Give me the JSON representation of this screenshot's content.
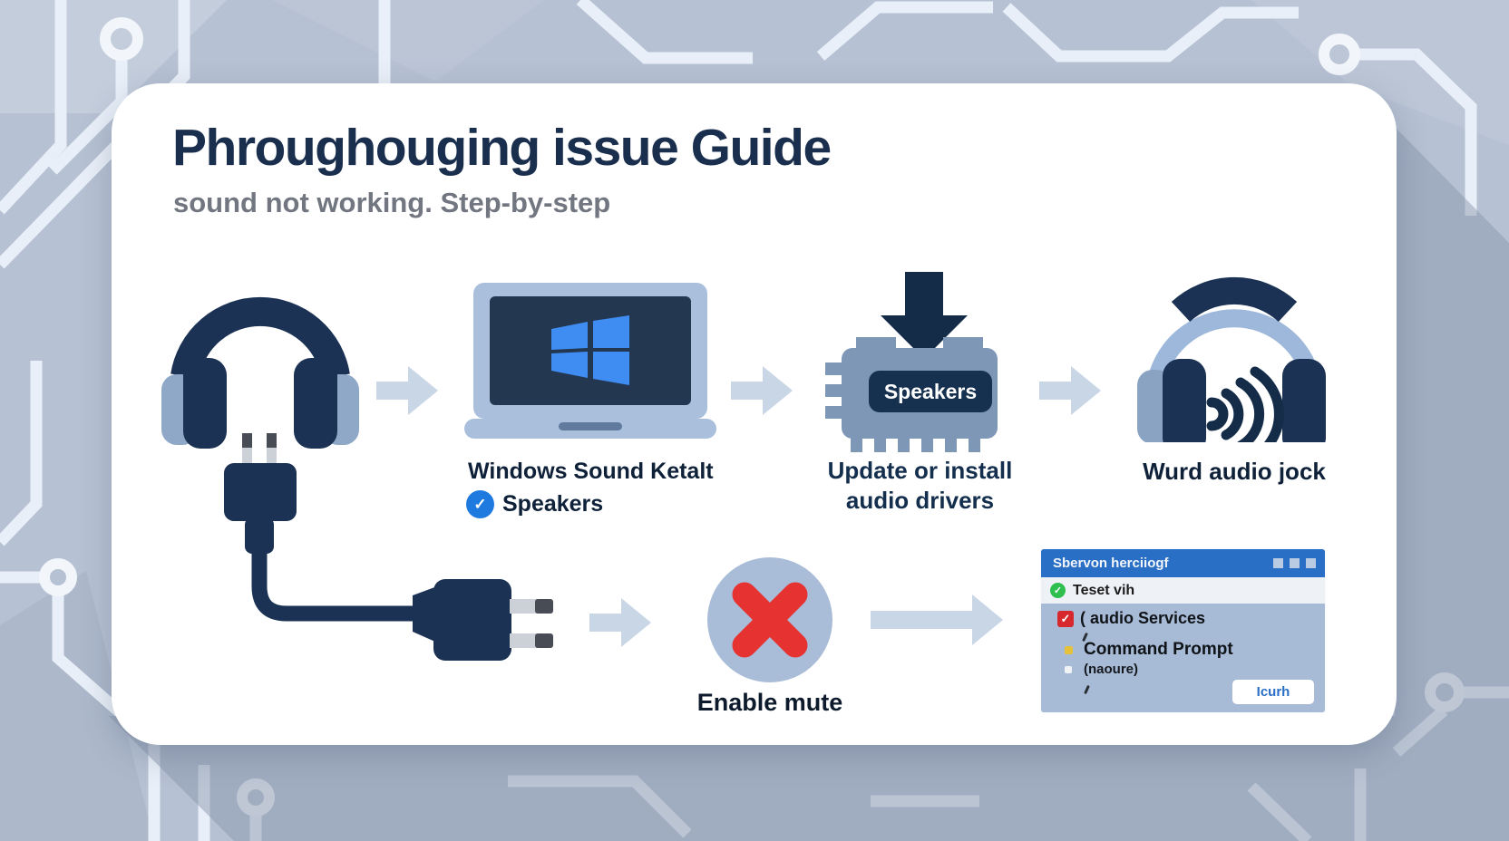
{
  "title": "Phroughouging issue Guide",
  "subtitle": "sound not working. Step-by-step",
  "steps": {
    "sound": {
      "label": "Windows Sound Ketalt",
      "device": "Speakers"
    },
    "drivers": {
      "chip_label": "Speakers",
      "line1": "Update or install",
      "line2": "audio drivers"
    },
    "jack": {
      "label": "Wurd audio jock"
    },
    "mute": {
      "label": "Enable mute"
    }
  },
  "dialog": {
    "title": "Sbervon herciiogf",
    "status": "Teset vih",
    "items": [
      {
        "label": "( audio Services"
      },
      {
        "label": "Command Prompt"
      },
      {
        "label": "(naoure)"
      }
    ],
    "button": "Icurh"
  },
  "icons": {
    "check": "✓"
  },
  "colors": {
    "background": "#b6c1d3",
    "card": "#ffffff",
    "navy": "#1b3254",
    "light_blue": "#9db8da",
    "arrow": "#c9d6e6",
    "windows_blue": "#3f8df2",
    "check_blue": "#1f7ae0",
    "mute_red": "#e63231",
    "dialog_titlebar_blue": "#2a6fc6",
    "status_green": "#2fbf4f",
    "checkbox_red": "#d7282d"
  }
}
